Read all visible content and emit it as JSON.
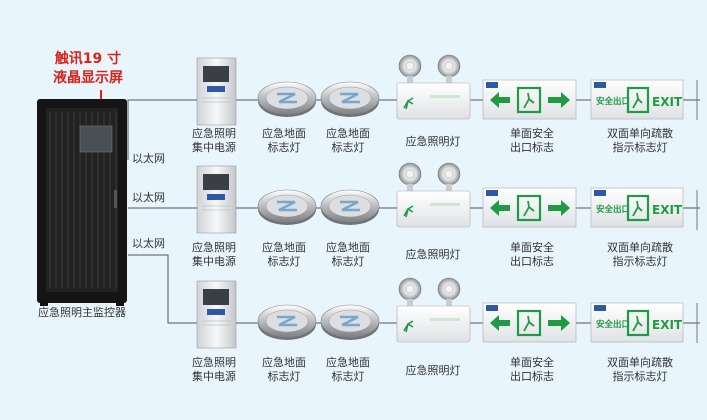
{
  "annotation": "触讯19 寸\n液晶显示屏",
  "cabinet_label": "应急照明主监控器",
  "network_labels": [
    "以太网",
    "以太网",
    "以太网"
  ],
  "device_labels": {
    "power_supply": "应急照明\n集中电源",
    "floor_light": "应急地面\n标志灯",
    "emergency_light": "应急照明灯",
    "single_exit": "单面安全\n出口标志",
    "double_exit": "双面单向疏散\n指示标志灯"
  },
  "sign_text": {
    "exit_cn": "安全出口",
    "exit_en": "EXIT"
  },
  "colors": {
    "accent_red": "#d9231c",
    "sign_green": "#1f9b45",
    "line": "#555555",
    "background": "#e9f5fc"
  }
}
